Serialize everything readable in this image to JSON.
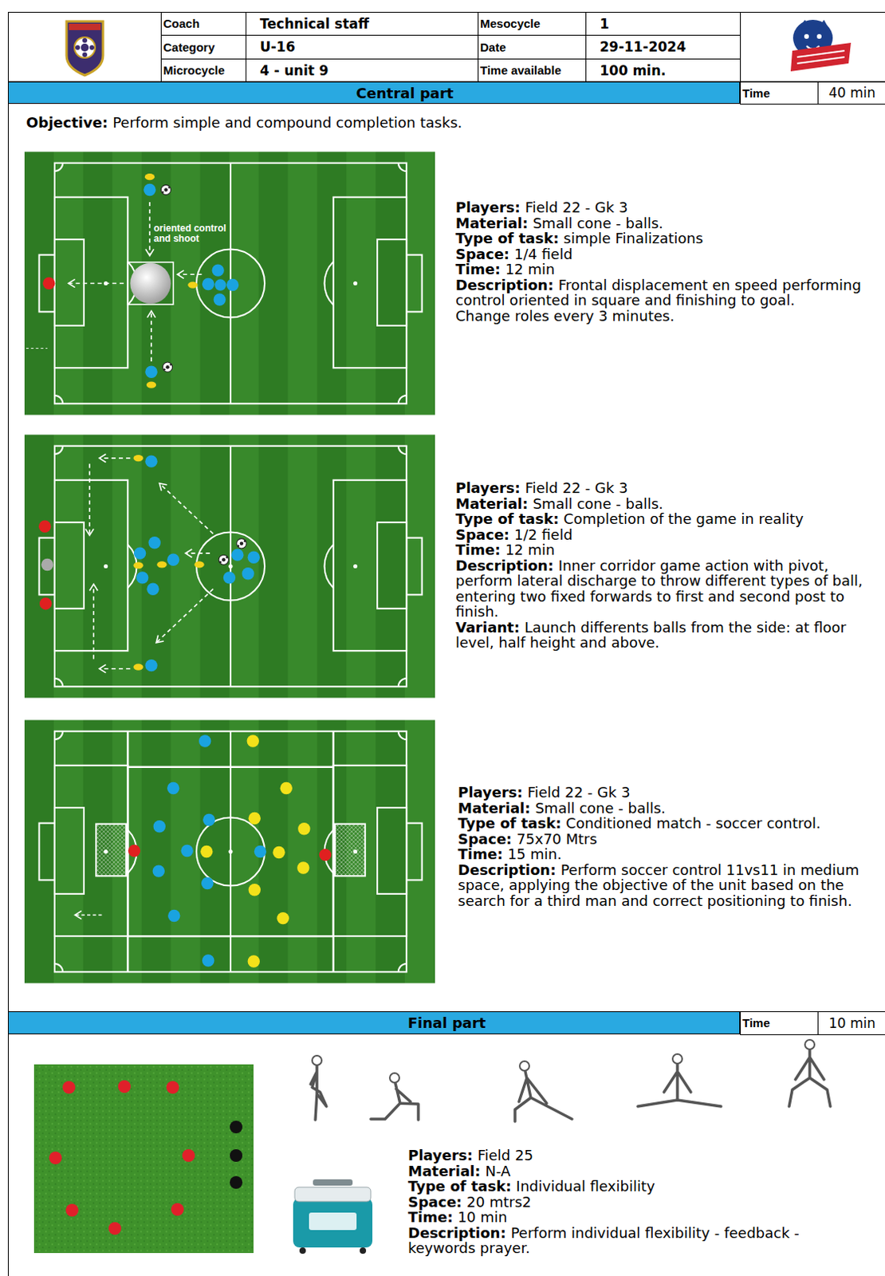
{
  "diagram": {
    "nodes": [
      {
        "text": [
          "Central part"
        ]
      },
      {
        "text": [
          "Final part"
        ]
      }
    ],
    "labels": [
      "Coach",
      "Technical staff",
      "Mesocycle",
      "1",
      "Category",
      "U-16",
      "Date",
      "29-11-2024",
      "Microcycle",
      "4 - unit 9",
      "Time available",
      "100 min.",
      "Time",
      "40 min",
      "Objective:",
      "Perform simple and compound completion tasks.",
      "oriented control and shoot",
      "Players:",
      "Field 22 - Gk 3",
      "Material:",
      "Small cone - balls.",
      "Type of task:",
      "simple Finalizations",
      "Space:",
      "1/4 field",
      "Time:",
      "12 min",
      "Description:",
      "Frontal displacement en speed performing control oriented in square and finishing to goal.",
      "Change roles every 3 minutes.",
      "Players:",
      "Field 22 - Gk 3",
      "Material:",
      "Small cone - balls.",
      "Type of task:",
      "Completion of the game in reality",
      "Space:",
      "1/2 field",
      "Time:",
      "12 min",
      "Description:",
      "Inner corridor game action with pivot, perform lateral discharge to throw different types of ball, entering two fixed forwards to first and second post to finish.",
      "Variant:",
      "Launch differents balls from the side: at floor level, half height and above.",
      "Players:",
      "Field 22 - Gk 3",
      "Material:",
      "Small cone - balls.",
      "Type of task:",
      "Conditioned match - soccer control.",
      "Space:",
      "75x70 Mtrs",
      "Time:",
      "15 min.",
      "Description:",
      "Perform soccer control 11vs11 in medium space, applying the objective of the unit based on the search for a third man and correct positioning to finish.",
      "Time",
      "10 min",
      "Players:",
      "Field 25",
      "Material:",
      "N-A",
      "Type of task:",
      "Individual flexibility",
      "Space:",
      "20 mtrs2",
      "Time:",
      "10 min",
      "Description:",
      "Perform individual flexibility - feedback - keywords prayer."
    ]
  }
}
